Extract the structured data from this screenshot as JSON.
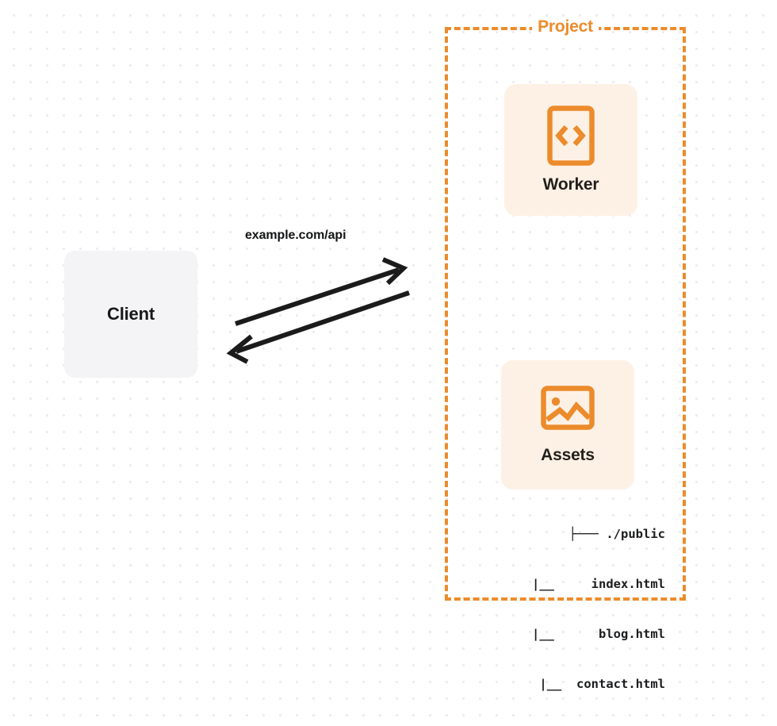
{
  "diagram": {
    "client": {
      "label": "Client",
      "bg_color": "#f4f4f6",
      "text_color": "#17181a"
    },
    "connection": {
      "label": "example.com/api",
      "request_direction": "client-to-project",
      "response_direction": "project-to-client",
      "stroke_color": "#1b1b1b"
    },
    "project": {
      "title": "Project",
      "accent_color": "#ec8b2b",
      "border_style": "dashed",
      "cards": [
        {
          "label": "Worker",
          "icon": "code-brackets-icon",
          "bg_color": "#fdf1e5",
          "icon_color": "#ec8b2b"
        },
        {
          "label": "Assets",
          "icon": "image-icon",
          "bg_color": "#fdf1e5",
          "icon_color": "#ec8b2b"
        }
      ],
      "file_tree": {
        "rows": [
          "├─── ./public",
          "|__     index.html",
          "|__      blog.html",
          "|__  contact.html"
        ]
      }
    }
  }
}
